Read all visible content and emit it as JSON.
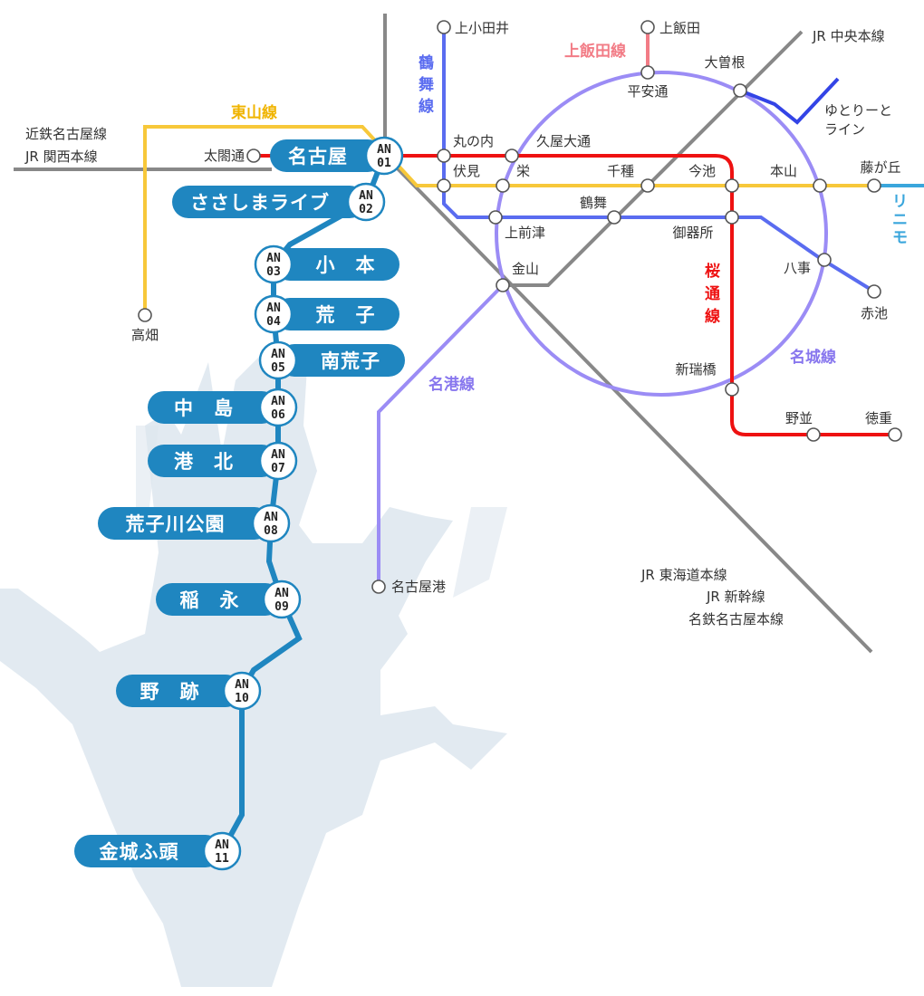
{
  "colors": {
    "aonami": "#1f86c0",
    "higashiyama": "#f7c83a",
    "sakuradori": "#ee1111",
    "tsurumai": "#5a6cf0",
    "meijo": "#9b8cf5",
    "kamiiida": "#f27c86",
    "yutorito": "#3344e6",
    "linimo": "#3aa6dc",
    "jr": "#888888",
    "land": "#dde6ef"
  },
  "aonami_stations": [
    {
      "code_top": "AN",
      "code_num": "01",
      "name": "名古屋"
    },
    {
      "code_top": "AN",
      "code_num": "02",
      "name": "ささしまライブ"
    },
    {
      "code_top": "AN",
      "code_num": "03",
      "name": "小　本"
    },
    {
      "code_top": "AN",
      "code_num": "04",
      "name": "荒　子"
    },
    {
      "code_top": "AN",
      "code_num": "05",
      "name": "南荒子"
    },
    {
      "code_top": "AN",
      "code_num": "06",
      "name": "中　島"
    },
    {
      "code_top": "AN",
      "code_num": "07",
      "name": "港　北"
    },
    {
      "code_top": "AN",
      "code_num": "08",
      "name": "荒子川公園"
    },
    {
      "code_top": "AN",
      "code_num": "09",
      "name": "稲　永"
    },
    {
      "code_top": "AN",
      "code_num": "10",
      "name": "野　跡"
    },
    {
      "code_top": "AN",
      "code_num": "11",
      "name": "金城ふ頭"
    }
  ],
  "line_labels": {
    "higashiyama": "東山線",
    "tsurumai": [
      "鶴",
      "舞",
      "線"
    ],
    "kamiiida": "上飯田線",
    "sakuradori": [
      "桜",
      "通",
      "線"
    ],
    "meijo": "名城線",
    "meiko": "名港線",
    "linimo": [
      "リ",
      "ニ",
      "モ"
    ],
    "yutorito": [
      "ゆとりーと",
      "ライン"
    ],
    "kintetsu_jr": [
      "近鉄名古屋線",
      "JR 関西本線"
    ],
    "jr_chuo": "JR 中央本線",
    "tokaido": [
      "JR 東海道本線",
      "JR 新幹線",
      "名鉄名古屋本線"
    ]
  },
  "stations": {
    "taikodori": "太閤通",
    "takabata": "高畑",
    "kamiotai": "上小田井",
    "kamiiida": "上飯田",
    "heiando": "平安通",
    "ozone": "大曽根",
    "marunouchi": "丸の内",
    "hisaya": "久屋大通",
    "fushimi": "伏見",
    "sakae": "栄",
    "chikusa": "千種",
    "imaike": "今池",
    "motoyama": "本山",
    "fujigaoka": "藤が丘",
    "tsurumai": "鶴舞",
    "kamimaezu": "上前津",
    "gokiso": "御器所",
    "yagoto": "八事",
    "akaike": "赤池",
    "kanayama": "金山",
    "aratamabashi": "新瑞橋",
    "nonami": "野並",
    "tokushige": "徳重",
    "nagoyako": "名古屋港"
  }
}
